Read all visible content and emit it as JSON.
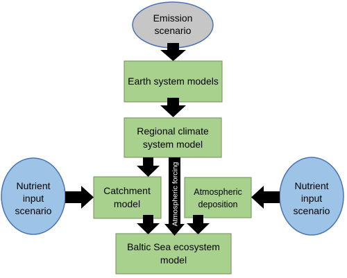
{
  "nodes": {
    "emission": {
      "line1": "Emission",
      "line2": "scenario"
    },
    "esm": {
      "label": "Earth system models"
    },
    "rcsm": {
      "line1": "Regional climate",
      "line2": "system model"
    },
    "catchment": {
      "line1": "Catchment",
      "line2": "model"
    },
    "atm_deposition": {
      "line1": "Atmospheric",
      "line2": "deposition"
    },
    "baltic": {
      "line1": "Baltic Sea ecosystem",
      "line2": "model"
    },
    "nutrient_left": {
      "line1": "Nutrient",
      "line2": "input",
      "line3": "scenario"
    },
    "nutrient_right": {
      "line1": "Nutrient",
      "line2": "input",
      "line3": "scenario"
    }
  },
  "arrows": {
    "atmospheric_forcing": "Atmospheric forcing"
  },
  "colors": {
    "box_fill": "#a9d18e",
    "grey_ellipse": "#c6c6c6",
    "blue_ellipse": "#9dc3e6",
    "ellipse_stroke": "#4a72b4",
    "arrow": "#000000"
  }
}
